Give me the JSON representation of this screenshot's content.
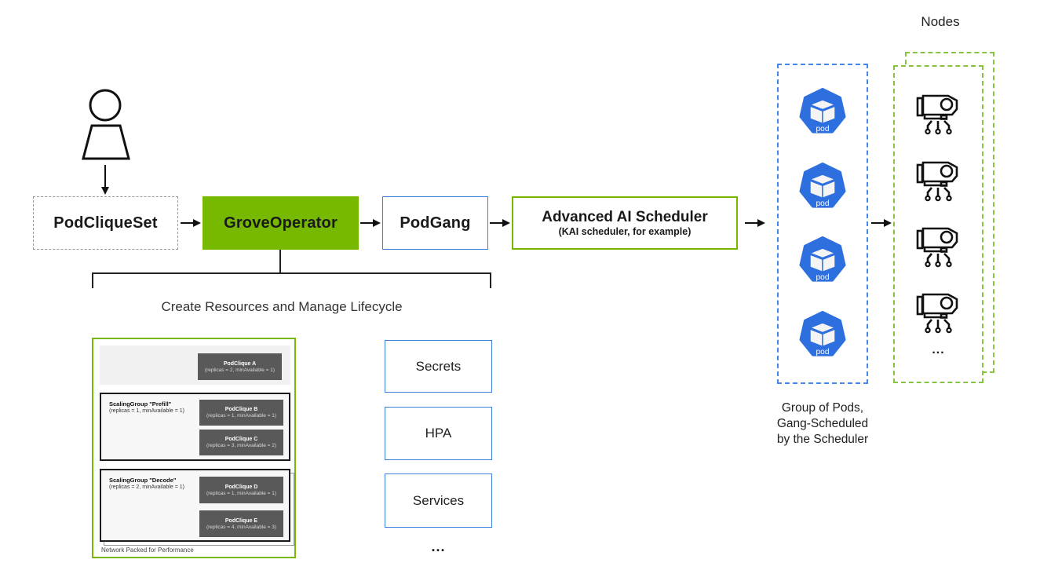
{
  "flow": {
    "podcliqueset": "PodCliqueSet",
    "groveoperator": "GroveOperator",
    "podgang": "PodGang",
    "scheduler_title": "Advanced AI Scheduler",
    "scheduler_subtitle": "(KAI scheduler, for example)"
  },
  "bracket_label": "Create Resources and Manage Lifecycle",
  "detail": {
    "cliques": [
      {
        "title": "PodClique A",
        "subtitle": "(replicas = 2, minAvailable = 1)"
      },
      {
        "title": "PodClique B",
        "subtitle": "(replicas = 1, minAvailable = 1)"
      },
      {
        "title": "PodClique C",
        "subtitle": "(replicas = 3, minAvailable = 2)"
      },
      {
        "title": "PodClique D",
        "subtitle": "(replicas = 1, minAvailable = 1)"
      },
      {
        "title": "PodClique E",
        "subtitle": "(replicas = 4, minAvailable = 3)"
      }
    ],
    "groups": [
      {
        "title": "ScalingGroup \"Prefill\"",
        "subtitle": "(replicas = 1, minAvailable = 1)"
      },
      {
        "title": "ScalingGroup \"Decode\"",
        "subtitle": "(replicas = 2, minAvailable = 1)"
      }
    ],
    "caption": "Network Packed for Performance"
  },
  "resources": {
    "items": [
      "Secrets",
      "HPA",
      "Services"
    ],
    "more": "..."
  },
  "pods": {
    "label": "pod",
    "caption_lines": [
      "Group of Pods,",
      "Gang-Scheduled",
      "by the Scheduler"
    ]
  },
  "nodes": {
    "title": "Nodes",
    "more": "..."
  },
  "icons": {
    "person": "user-figure",
    "pod": "kubernetes-pod-heptagon",
    "node": "gpu-card-with-circuit-legs",
    "arrow": "black-arrow"
  },
  "colors": {
    "nvidia_green": "#76b900",
    "blue_border": "#3d7ee0",
    "pods_dash_blue": "#4687ec",
    "nodes_dash_green": "#86c441",
    "k8s_pod_blue": "#2e6fe0",
    "clique_dark_gray": "#595959"
  }
}
